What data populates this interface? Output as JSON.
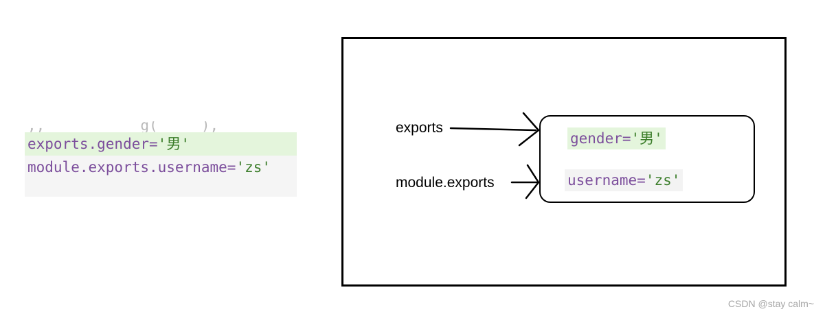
{
  "code_snippet": {
    "lines": [
      {
        "parts": [
          {
            "kind": "id",
            "text": "exports.gender"
          },
          {
            "kind": "op",
            "text": "="
          },
          {
            "kind": "str",
            "text": "'男'"
          }
        ]
      },
      {
        "parts": [
          {
            "kind": "id",
            "text": "module.exports.username"
          },
          {
            "kind": "op",
            "text": "="
          },
          {
            "kind": "str",
            "text": "'zs'"
          }
        ]
      }
    ]
  },
  "diagram": {
    "refs": {
      "exports": "exports",
      "module_exports": "module.exports"
    },
    "object": {
      "gender": {
        "key": "gender",
        "op": "=",
        "value": "'男'"
      },
      "username": {
        "key": "username",
        "op": "=",
        "value": "'zs'"
      }
    }
  },
  "watermark": "CSDN @stay calm~",
  "colors": {
    "identifier": "#7c4e9c",
    "string": "#3b7d2a",
    "highlight_green": "#e4f5dc",
    "panel_grey": "#f5f5f5"
  }
}
